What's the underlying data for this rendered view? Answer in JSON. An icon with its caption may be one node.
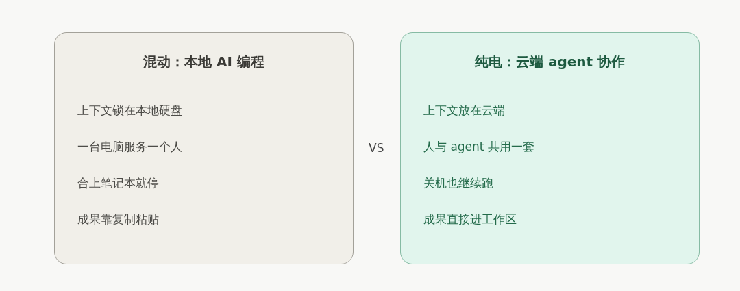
{
  "diagram": {
    "nodes": [
      {
        "text": [
          "混动：本地 AI 编程",
          "上下文锁在本地硬盘",
          "一台电脑服务一个人",
          "合上笔记本就停",
          "成果靠复制粘贴"
        ]
      },
      {
        "text": [
          "纯电：云端 agent 协作",
          "上下文放在云端",
          "人与 agent 共用一套",
          "关机也继续跑",
          "成果直接进工作区"
        ]
      }
    ],
    "edges": [],
    "labels": [
      "VS"
    ]
  }
}
